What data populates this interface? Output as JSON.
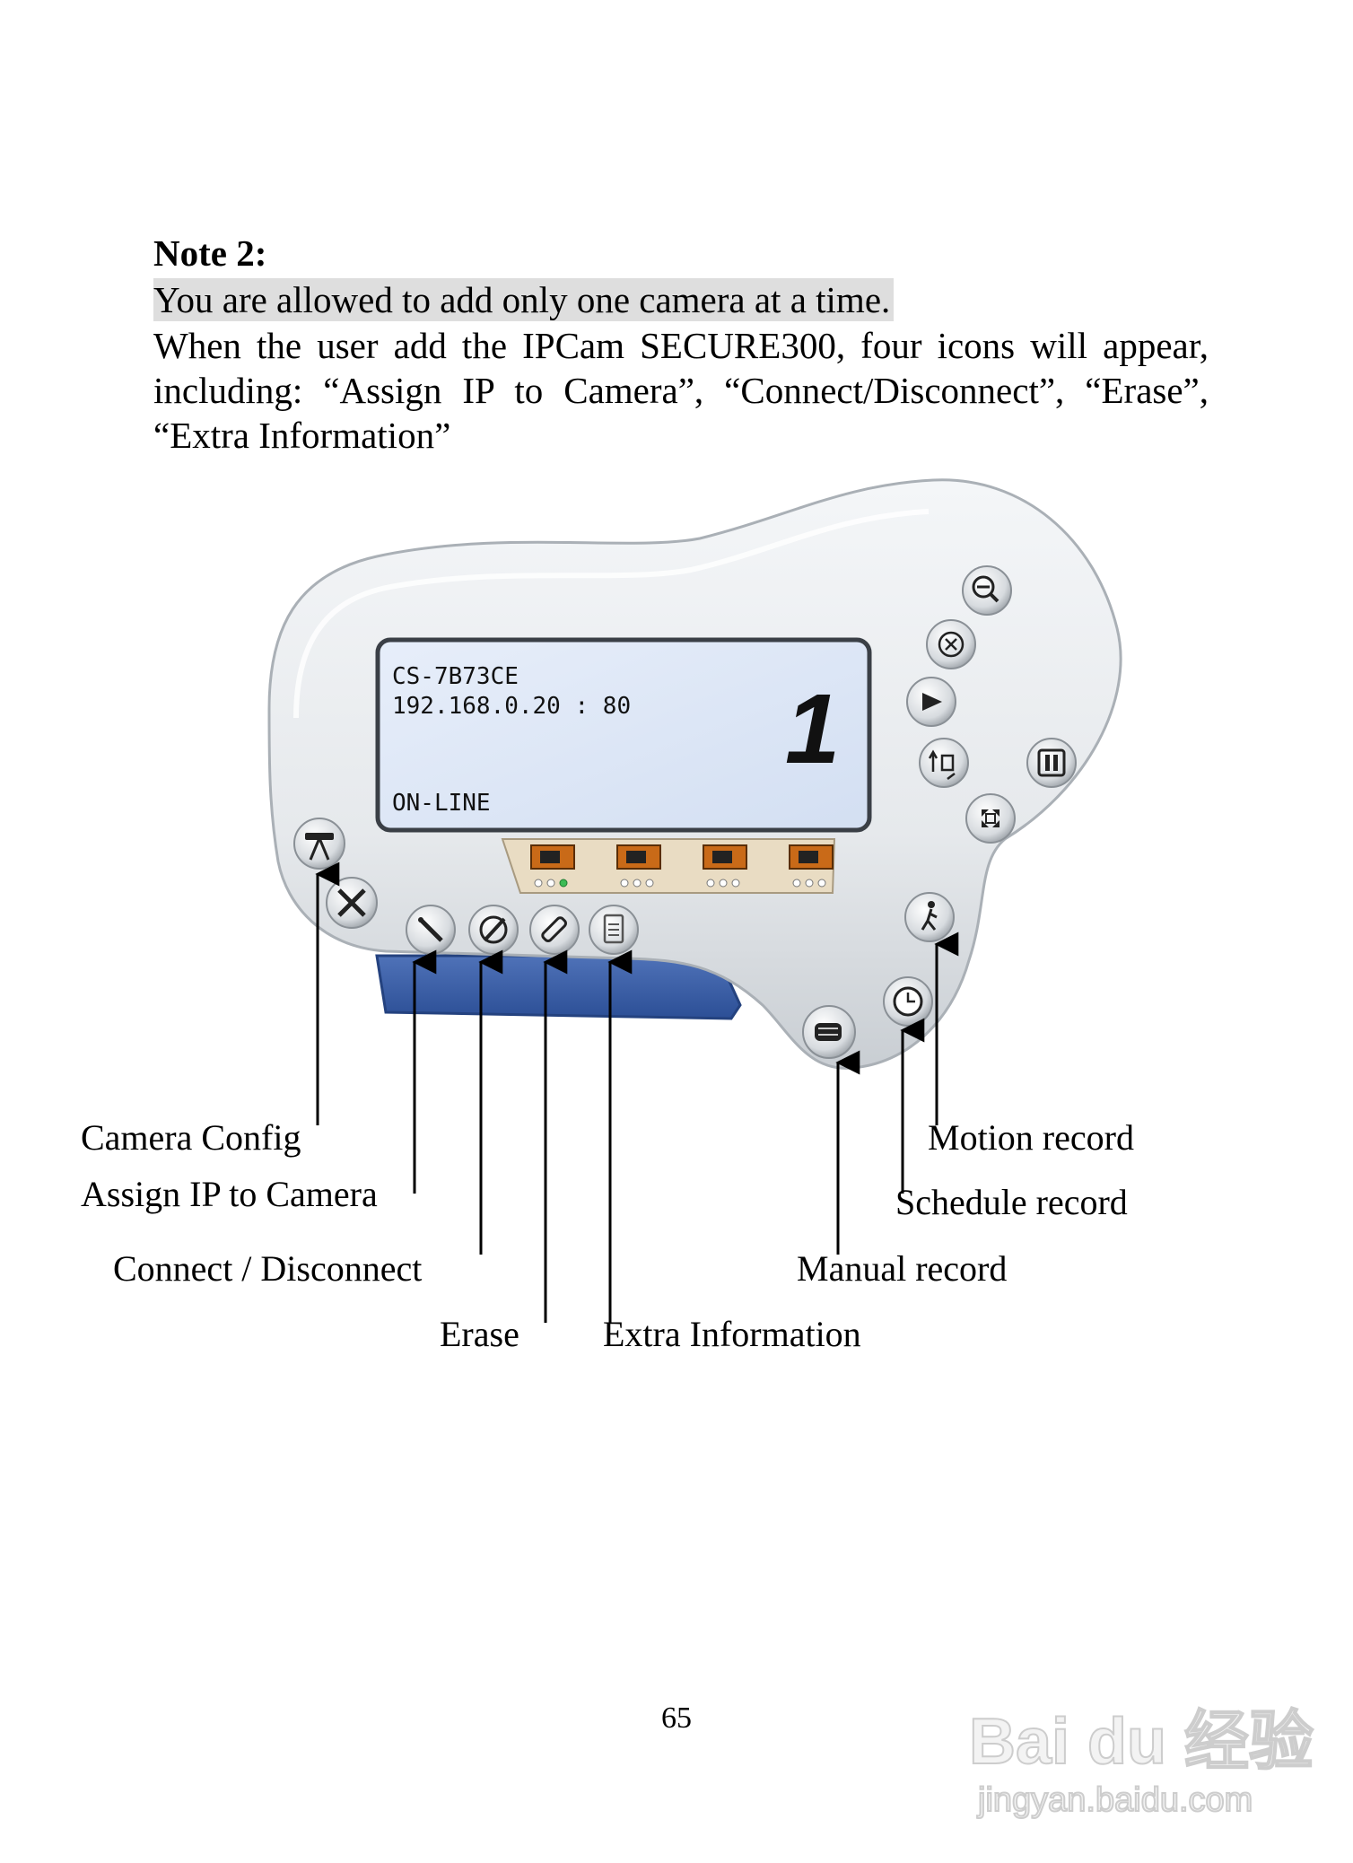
{
  "note": {
    "title": "Note 2:",
    "highlight": "You are allowed to add only one camera at a time.",
    "paragraph": "When the user add the IPCam SECURE300, four icons will appear, including: “Assign IP to Camera”, “Connect/Disconnect”, “Erase”, “Extra Information”"
  },
  "app": {
    "lcd": {
      "camera_name": "CS-7B73CE",
      "address": "192.168.0.20 : 80",
      "status": "ON-LINE",
      "channel": "1"
    },
    "right_buttons": [
      "zoom-out-icon",
      "close-icon",
      "play-icon",
      "switch-icon",
      "fullscreen-icon",
      "pause-icon"
    ],
    "bottom_buttons": [
      "assign-ip-icon",
      "connect-icon",
      "erase-icon",
      "extra-info-icon"
    ],
    "left_buttons": [
      "camera-config-icon",
      "tools-icon"
    ],
    "record_buttons": [
      "motion-record-icon",
      "schedule-record-icon",
      "manual-record-icon"
    ],
    "camera_slots": 4
  },
  "labels": {
    "camera_config": "Camera Config",
    "assign_ip": "Assign IP to Camera",
    "connect": "Connect / Disconnect",
    "erase": "Erase",
    "extra_info": "Extra Information",
    "motion_record": "Motion record",
    "schedule_record": "Schedule record",
    "manual_record": "Manual record"
  },
  "page_number": "65",
  "watermark": {
    "brand": "Bai du 经验",
    "url": "jingyan.baidu.com"
  }
}
